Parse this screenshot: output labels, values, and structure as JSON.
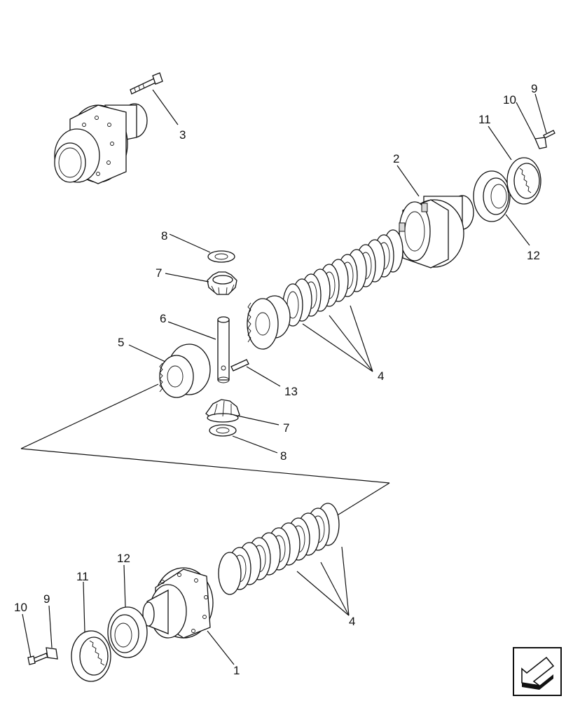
{
  "diagram": {
    "callouts": {
      "c1": "1",
      "c2": "2",
      "c3": "3",
      "c4a": "4",
      "c4b": "4",
      "c5": "5",
      "c6": "6",
      "c7a": "7",
      "c7b": "7",
      "c8a": "8",
      "c8b": "8",
      "c9a": "9",
      "c9b": "9",
      "c10a": "10",
      "c10b": "10",
      "c11a": "11",
      "c11b": "11",
      "c12a": "12",
      "c12b": "12",
      "c13": "13"
    },
    "nav_icon": "arrow-nav-icon"
  }
}
